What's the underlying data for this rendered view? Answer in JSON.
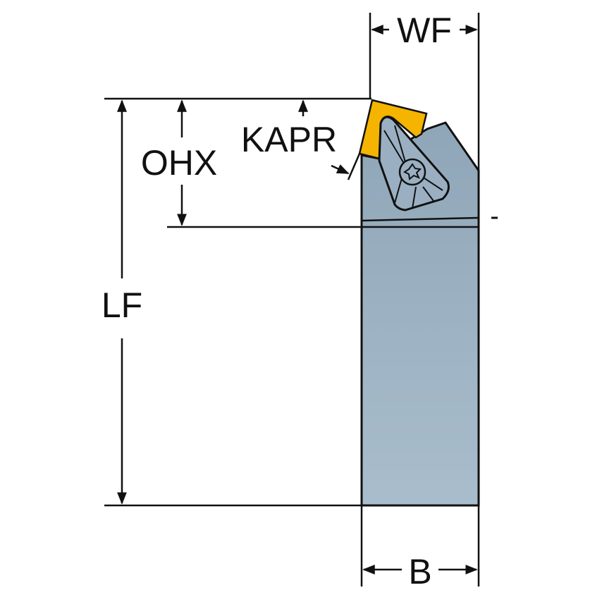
{
  "labels": {
    "wf": "WF",
    "ohx": "OHX",
    "kapr": "KAPR",
    "lf": "LF",
    "b": "B"
  },
  "colors": {
    "insert": "#F4B400",
    "body_top": "#8FA6B8",
    "body_bottom": "#A9BDCC",
    "line": "#111111"
  }
}
